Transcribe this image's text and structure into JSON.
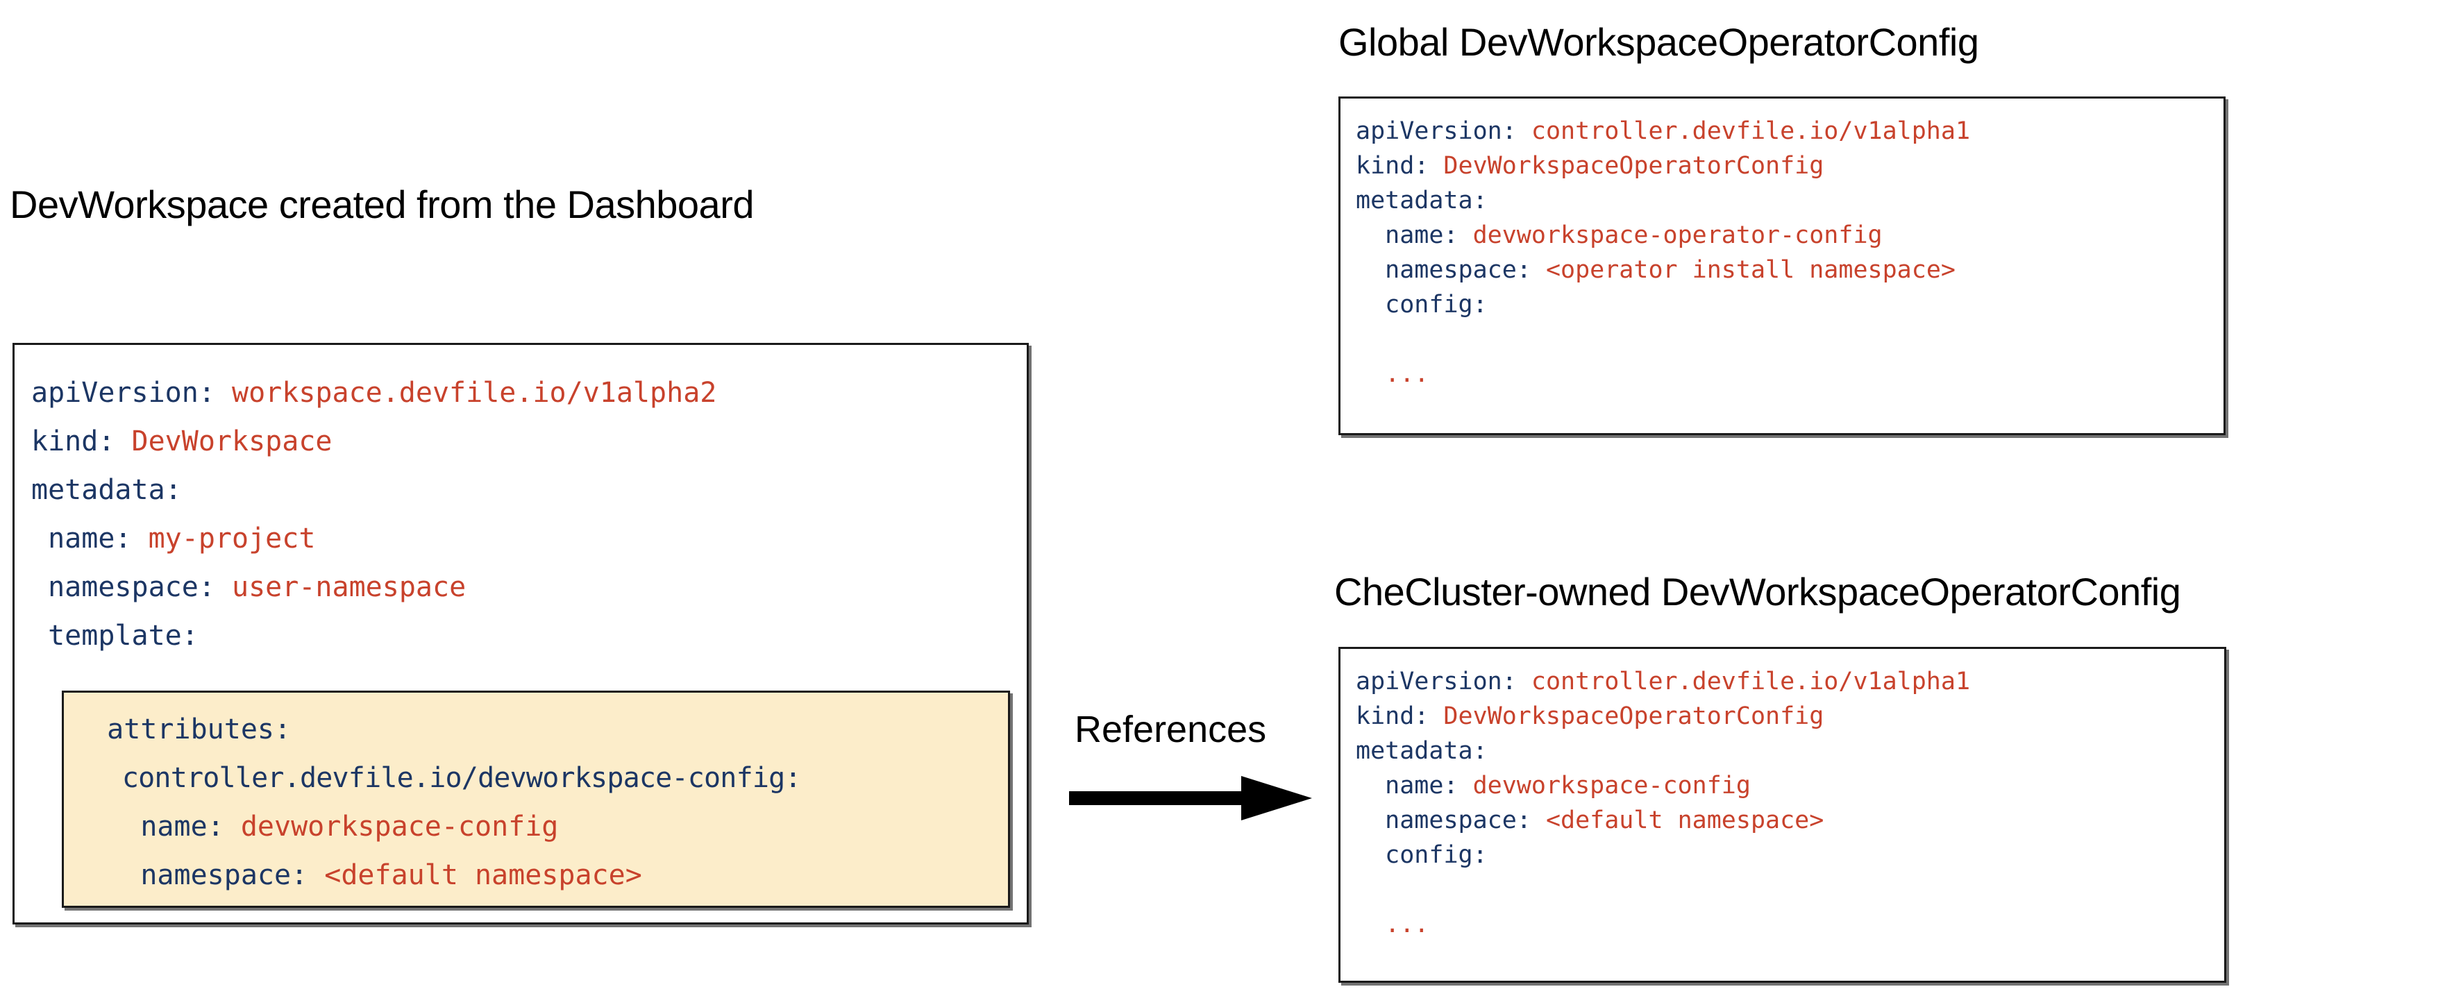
{
  "diagram": {
    "title_left": "DevWorkspace created from the Dashboard",
    "title_top_right": "Global DevWorkspaceOperatorConfig",
    "title_bottom_right": "CheCluster-owned DevWorkspaceOperatorConfig",
    "arrow_label": "References",
    "colors": {
      "key": "#1c3664",
      "value": "#c8422c",
      "highlight_background": "#fcedca",
      "border": "#1a1a1a",
      "text": "#000000",
      "background": "#ffffff"
    }
  },
  "left_box": {
    "lines": [
      {
        "key": "apiVersion:",
        "value": " workspace.devfile.io/v1alpha2",
        "indent": ""
      },
      {
        "key": "kind:",
        "value": " DevWorkspace",
        "indent": ""
      },
      {
        "key": "metadata:",
        "value": "",
        "indent": ""
      },
      {
        "key": "name:",
        "value": " my-project",
        "indent": " "
      },
      {
        "key": "namespace:",
        "value": " user-namespace",
        "indent": " "
      },
      {
        "key": "template:",
        "value": "",
        "indent": " "
      }
    ],
    "highlight_lines": [
      {
        "key": "attributes:",
        "value": "",
        "indent": "  "
      },
      {
        "key": "controller.devfile.io/devworkspace-config:",
        "value": "",
        "indent": "   "
      },
      {
        "key": "name:",
        "value": " devworkspace-config",
        "indent": "    "
      },
      {
        "key": "namespace:",
        "value": " <default namespace>",
        "indent": "    "
      }
    ]
  },
  "top_right_box": {
    "lines": [
      {
        "key": "apiVersion:",
        "value": " controller.devfile.io/v1alpha1",
        "indent": ""
      },
      {
        "key": "kind:",
        "value": " DevWorkspaceOperatorConfig",
        "indent": ""
      },
      {
        "key": "metadata:",
        "value": "",
        "indent": ""
      },
      {
        "key": "name:",
        "value": " devworkspace-operator-config",
        "indent": "  "
      },
      {
        "key": "namespace:",
        "value": " <operator install namespace>",
        "indent": "  "
      },
      {
        "key": "config:",
        "value": "",
        "indent": "  "
      },
      {
        "key": "",
        "value": "",
        "indent": ""
      },
      {
        "key": "",
        "value": "...",
        "indent": "  "
      }
    ]
  },
  "bottom_right_box": {
    "lines": [
      {
        "key": "apiVersion:",
        "value": " controller.devfile.io/v1alpha1",
        "indent": ""
      },
      {
        "key": "kind:",
        "value": " DevWorkspaceOperatorConfig",
        "indent": ""
      },
      {
        "key": "metadata:",
        "value": "",
        "indent": ""
      },
      {
        "key": "name:",
        "value": " devworkspace-config",
        "indent": "  "
      },
      {
        "key": "namespace:",
        "value": " <default namespace>",
        "indent": "  "
      },
      {
        "key": "config:",
        "value": "",
        "indent": "  "
      },
      {
        "key": "",
        "value": "",
        "indent": ""
      },
      {
        "key": "",
        "value": "...",
        "indent": "  "
      }
    ]
  }
}
